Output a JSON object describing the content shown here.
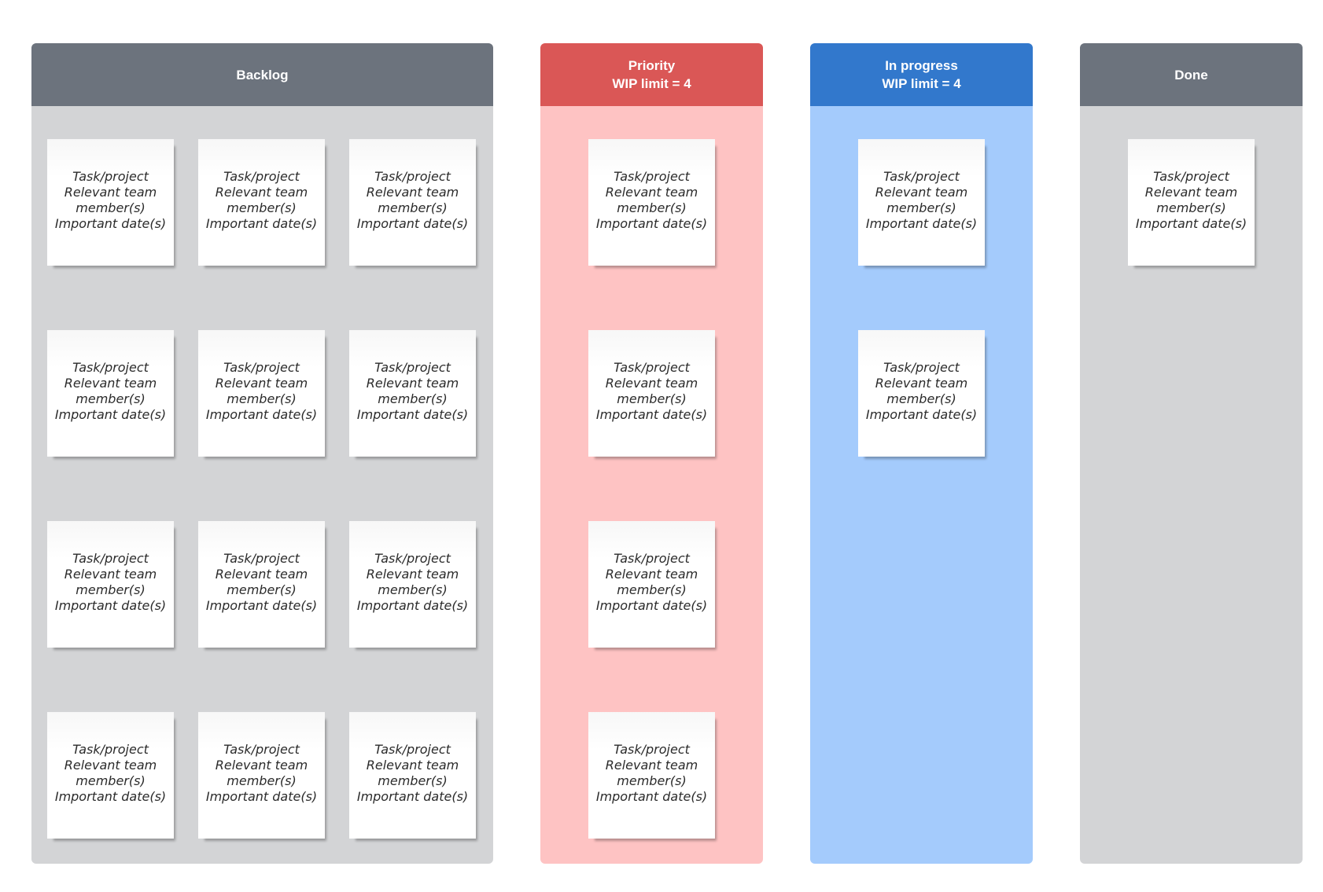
{
  "note_lines": [
    "Task/project",
    "Relevant team member(s)",
    "Important date(s)"
  ],
  "columns": [
    {
      "id": "backlog",
      "title": "Backlog",
      "subtitle": "",
      "header_color": "#6c737d",
      "body_color": "#d3d4d6",
      "note_count": 12
    },
    {
      "id": "priority",
      "title": "Priority",
      "subtitle": "WIP limit = 4",
      "header_color": "#da5756",
      "body_color": "#fec3c3",
      "note_count": 4
    },
    {
      "id": "in-progress",
      "title": "In progress",
      "subtitle": "WIP limit = 4",
      "header_color": "#3278cc",
      "body_color": "#a4cbfc",
      "note_count": 2
    },
    {
      "id": "done",
      "title": "Done",
      "subtitle": "",
      "header_color": "#6c737d",
      "body_color": "#d3d4d6",
      "note_count": 1
    }
  ]
}
